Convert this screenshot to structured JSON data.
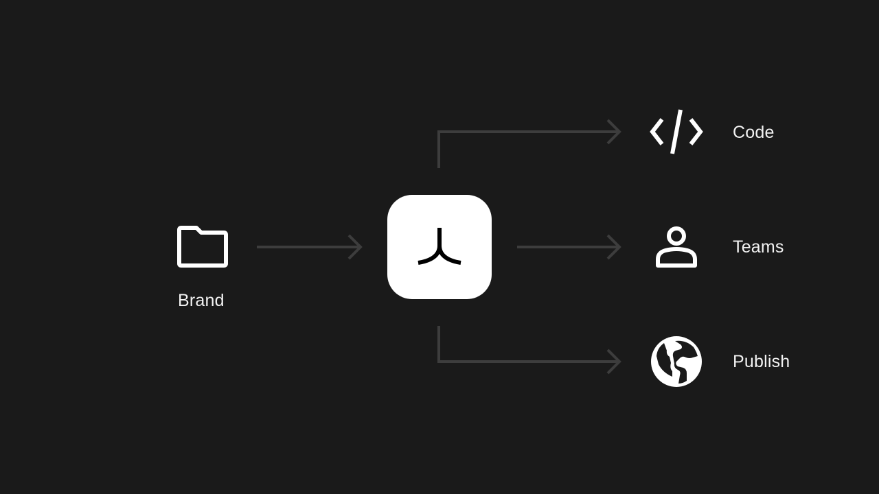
{
  "source": {
    "label": "Brand",
    "icon": "folder-icon"
  },
  "hub": {
    "icon": "app-logo-icon"
  },
  "outputs": [
    {
      "label": "Code",
      "icon": "code-icon"
    },
    {
      "label": "Teams",
      "icon": "person-icon"
    },
    {
      "label": "Publish",
      "icon": "globe-icon"
    }
  ],
  "colors": {
    "background": "#1a1a1a",
    "connector": "#3d3d3d",
    "foreground": "#ffffff",
    "logo": "#000000"
  }
}
